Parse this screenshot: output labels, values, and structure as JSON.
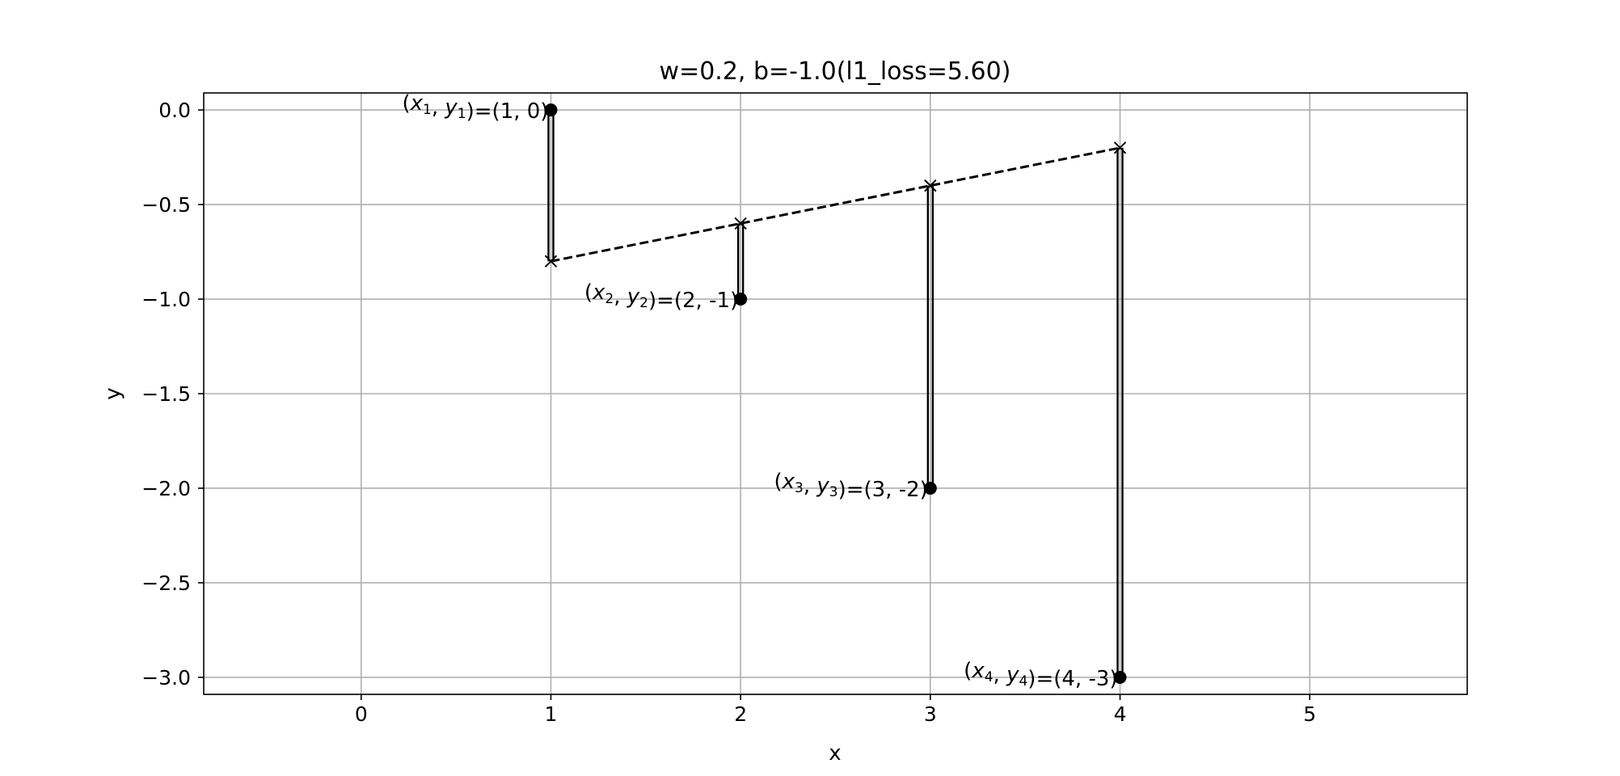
{
  "chart_data": {
    "type": "scatter",
    "title": "w=0.2, b=-1.0(l1_loss=5.60)",
    "xlabel": "x",
    "ylabel": "y",
    "xlim": [
      -0.83,
      5.83
    ],
    "ylim": [
      -3.09,
      0.09
    ],
    "grid": true,
    "x_ticks": [
      {
        "value": 0,
        "label": "0"
      },
      {
        "value": 1,
        "label": "1"
      },
      {
        "value": 2,
        "label": "2"
      },
      {
        "value": 3,
        "label": "3"
      },
      {
        "value": 4,
        "label": "4"
      },
      {
        "value": 5,
        "label": "5"
      }
    ],
    "y_ticks": [
      {
        "value": 0.0,
        "label": "0.0"
      },
      {
        "value": -0.5,
        "label": "−0.5"
      },
      {
        "value": -1.0,
        "label": "−1.0"
      },
      {
        "value": -1.5,
        "label": "−1.5"
      },
      {
        "value": -2.0,
        "label": "−2.0"
      },
      {
        "value": -2.5,
        "label": "−2.5"
      },
      {
        "value": -3.0,
        "label": "−3.0"
      }
    ],
    "points": [
      {
        "x": 1,
        "y": 0,
        "label": "(1, 0)",
        "index": "1",
        "label_pos": "top-left"
      },
      {
        "x": 2,
        "y": -1,
        "label": "(2, -1)",
        "index": "2",
        "label_pos": "top-left"
      },
      {
        "x": 3,
        "y": -2,
        "label": "(3, -2)",
        "index": "3",
        "label_pos": "top-left"
      },
      {
        "x": 4,
        "y": -3,
        "label": "(4, -3)",
        "index": "4",
        "label_pos": "top-left"
      }
    ],
    "model": {
      "w": 0.2,
      "b": -1.0,
      "line_style": "dashed"
    },
    "predictions": [
      {
        "x": 1,
        "y": -0.8
      },
      {
        "x": 2,
        "y": -0.6
      },
      {
        "x": 3,
        "y": -0.4
      },
      {
        "x": 4,
        "y": -0.2
      }
    ],
    "colors": {
      "marks": "#000000",
      "grid": "#b0b0b0"
    }
  }
}
